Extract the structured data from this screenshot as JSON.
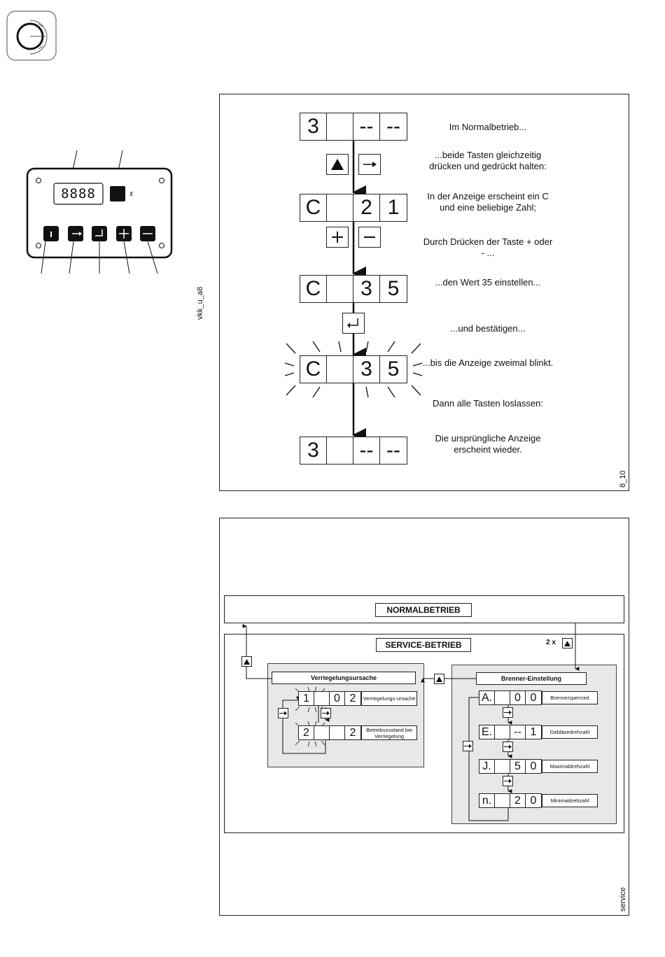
{
  "upper_diagram": {
    "steps": [
      {
        "display": [
          "3",
          "",
          "--",
          "--"
        ],
        "text": "Im Normalbetrieb..."
      },
      {
        "keys": [
          "up-arrow",
          "right-arrow"
        ],
        "text": "...beide Tasten gleichzeitig drücken und gedrückt halten:"
      },
      {
        "display": [
          "C",
          "",
          "2",
          "1"
        ],
        "text": "In der Anzeige erscheint ein C und eine beliebige Zahl;"
      },
      {
        "keys": [
          "plus",
          "minus"
        ],
        "text": "Durch Drücken der Taste + oder - ..."
      },
      {
        "display": [
          "C",
          "",
          "3",
          "5"
        ],
        "text": "...den Wert 35 einstellen..."
      },
      {
        "keys": [
          "enter"
        ],
        "text": "...und bestätigen..."
      },
      {
        "display": [
          "C",
          "",
          "3",
          "5"
        ],
        "text": "...bis die Anzeige zweimal blinkt."
      },
      {
        "text": "Dann alle Tasten loslassen:"
      },
      {
        "display": [
          "3",
          "",
          "--",
          "--"
        ],
        "text": "Die ursprüngliche Anzeige erscheint wieder."
      }
    ],
    "figure_code": "8_10"
  },
  "panel_diagram": {
    "display": "8888",
    "figure_code": "vkk_u_a8"
  },
  "lower_diagram": {
    "normal_label": "NORMALBETRIEB",
    "service_label": "SERVICE-BETRIEB",
    "press_count": "2 x",
    "lock_cause_title": "Verriegelungsursache",
    "burner_title": "Brenner-Einstellung",
    "lock_rows": [
      {
        "display": [
          "1",
          "",
          "0",
          "2"
        ],
        "label": "Verriegelungs-ursache"
      },
      {
        "display": [
          "2",
          "",
          "",
          "2"
        ],
        "label": "Betriebszustand bei Verriegelung"
      }
    ],
    "burner_rows": [
      {
        "display": [
          "A.",
          "",
          "0",
          "0"
        ],
        "label": "Brennersperrzeit"
      },
      {
        "display": [
          "E.",
          "",
          "--",
          "1"
        ],
        "label": "Gebläsedrehzahl"
      },
      {
        "display": [
          "J.",
          "",
          "5",
          "0"
        ],
        "label": "Maximaldrehzahl"
      },
      {
        "display": [
          "n.",
          "",
          "2",
          "0"
        ],
        "label": "Minimaldrehzahl"
      }
    ],
    "figure_code": "service"
  }
}
